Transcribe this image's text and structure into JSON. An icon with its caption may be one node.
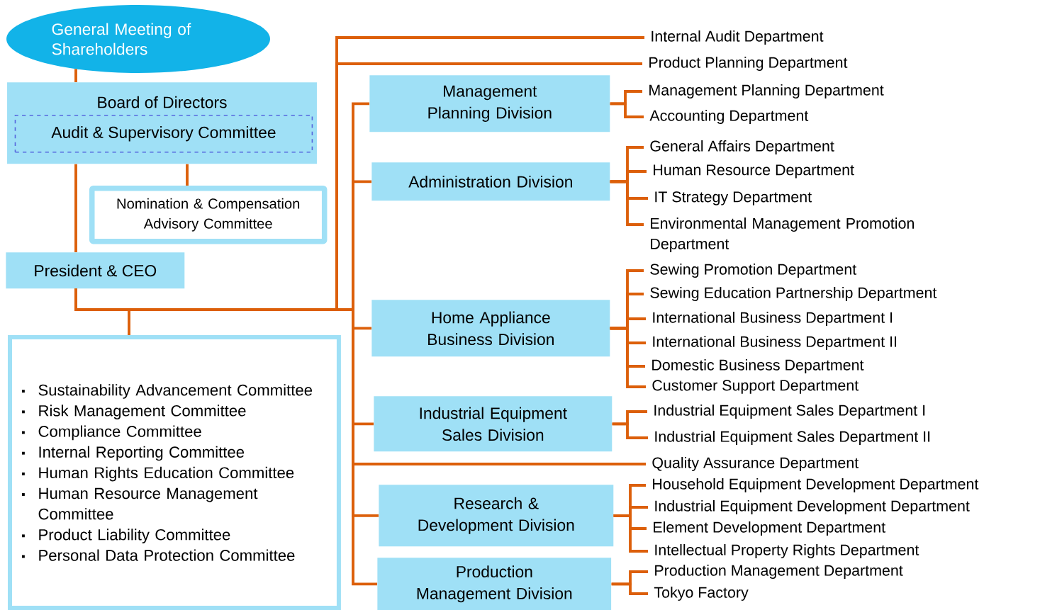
{
  "diagram": {
    "nodes": [
      {
        "text": [
          "General Meeting of Shareholders"
        ]
      },
      {
        "text": [
          "Board of Directors"
        ]
      },
      {
        "text": [
          "Audit & Supervisory Committee"
        ],
        "in": 1
      },
      {
        "text": [
          "Nomination & Compensation Advisory Committee"
        ]
      },
      {
        "text": [
          "President & CEO"
        ]
      },
      {
        "text": [
          "Sustainability Advancement Committee",
          "Risk Management Committee",
          "Compliance Committee",
          "Internal Reporting Committee",
          "Human Rights Education Committee",
          "Human Resource Management Committee",
          "Product Liability Committee",
          "Personal Data Protection Committee"
        ]
      },
      {
        "text": [
          "Internal Audit Department"
        ]
      },
      {
        "text": [
          "Product Planning Department"
        ]
      },
      {
        "text": [
          "Management Planning Division"
        ]
      },
      {
        "text": [
          "Management Planning Department"
        ]
      },
      {
        "text": [
          "Accounting Department"
        ]
      },
      {
        "text": [
          "Administration Division"
        ]
      },
      {
        "text": [
          "General Affairs Department"
        ]
      },
      {
        "text": [
          "Human Resource Department"
        ]
      },
      {
        "text": [
          "IT Strategy Department"
        ]
      },
      {
        "text": [
          "Environmental Management Promotion Department"
        ]
      },
      {
        "text": [
          "Home Appliance Business Division"
        ]
      },
      {
        "text": [
          "Sewing Promotion Department"
        ]
      },
      {
        "text": [
          "Sewing Education Partnership Department"
        ]
      },
      {
        "text": [
          "International Business Department I"
        ]
      },
      {
        "text": [
          "International Business Department II"
        ]
      },
      {
        "text": [
          "Domestic Business Department"
        ]
      },
      {
        "text": [
          "Customer Support Department"
        ]
      },
      {
        "text": [
          "Industrial Equipment Sales Division"
        ]
      },
      {
        "text": [
          "Industrial Equipment Sales Department I"
        ]
      },
      {
        "text": [
          "Industrial Equipment Sales Department II"
        ]
      },
      {
        "text": [
          "Quality Assurance Department"
        ]
      },
      {
        "text": [
          "Research & Development Division"
        ]
      },
      {
        "text": [
          "Household Equipment Development Department"
        ]
      },
      {
        "text": [
          "Industrial Equipment Development Department"
        ]
      },
      {
        "text": [
          "Element Development Department"
        ]
      },
      {
        "text": [
          "Intellectual Property Rights Department"
        ]
      },
      {
        "text": [
          "Production Management Division"
        ]
      },
      {
        "text": [
          "Production Management Department"
        ]
      },
      {
        "text": [
          "Tokyo Factory"
        ]
      }
    ],
    "edges": [
      {
        "from": 0,
        "to": 1,
        "arrow": "none"
      },
      {
        "from": 1,
        "to": 3,
        "arrow": "none"
      },
      {
        "from": 1,
        "to": 4,
        "arrow": "none"
      },
      {
        "from": 4,
        "to": 5,
        "arrow": "none"
      },
      {
        "from": 4,
        "to": 6,
        "arrow": "none"
      },
      {
        "from": 4,
        "to": 7,
        "arrow": "none"
      },
      {
        "from": 4,
        "to": 8,
        "arrow": "none"
      },
      {
        "from": 4,
        "to": 11,
        "arrow": "none"
      },
      {
        "from": 4,
        "to": 16,
        "arrow": "none"
      },
      {
        "from": 4,
        "to": 23,
        "arrow": "none"
      },
      {
        "from": 4,
        "to": 26,
        "arrow": "none"
      },
      {
        "from": 4,
        "to": 27,
        "arrow": "none"
      },
      {
        "from": 4,
        "to": 32,
        "arrow": "none"
      },
      {
        "from": 8,
        "to": 9,
        "arrow": "none"
      },
      {
        "from": 8,
        "to": 10,
        "arrow": "none"
      },
      {
        "from": 11,
        "to": 12,
        "arrow": "none"
      },
      {
        "from": 11,
        "to": 13,
        "arrow": "none"
      },
      {
        "from": 11,
        "to": 14,
        "arrow": "none"
      },
      {
        "from": 11,
        "to": 15,
        "arrow": "none"
      },
      {
        "from": 16,
        "to": 17,
        "arrow": "none"
      },
      {
        "from": 16,
        "to": 18,
        "arrow": "none"
      },
      {
        "from": 16,
        "to": 19,
        "arrow": "none"
      },
      {
        "from": 16,
        "to": 20,
        "arrow": "none"
      },
      {
        "from": 16,
        "to": 21,
        "arrow": "none"
      },
      {
        "from": 16,
        "to": 22,
        "arrow": "none"
      },
      {
        "from": 23,
        "to": 24,
        "arrow": "none"
      },
      {
        "from": 23,
        "to": 25,
        "arrow": "none"
      },
      {
        "from": 27,
        "to": 28,
        "arrow": "none"
      },
      {
        "from": 27,
        "to": 29,
        "arrow": "none"
      },
      {
        "from": 27,
        "to": 30,
        "arrow": "none"
      },
      {
        "from": 27,
        "to": 31,
        "arrow": "none"
      },
      {
        "from": 32,
        "to": 33,
        "arrow": "none"
      },
      {
        "from": 32,
        "to": 34,
        "arrow": "none"
      }
    ]
  }
}
